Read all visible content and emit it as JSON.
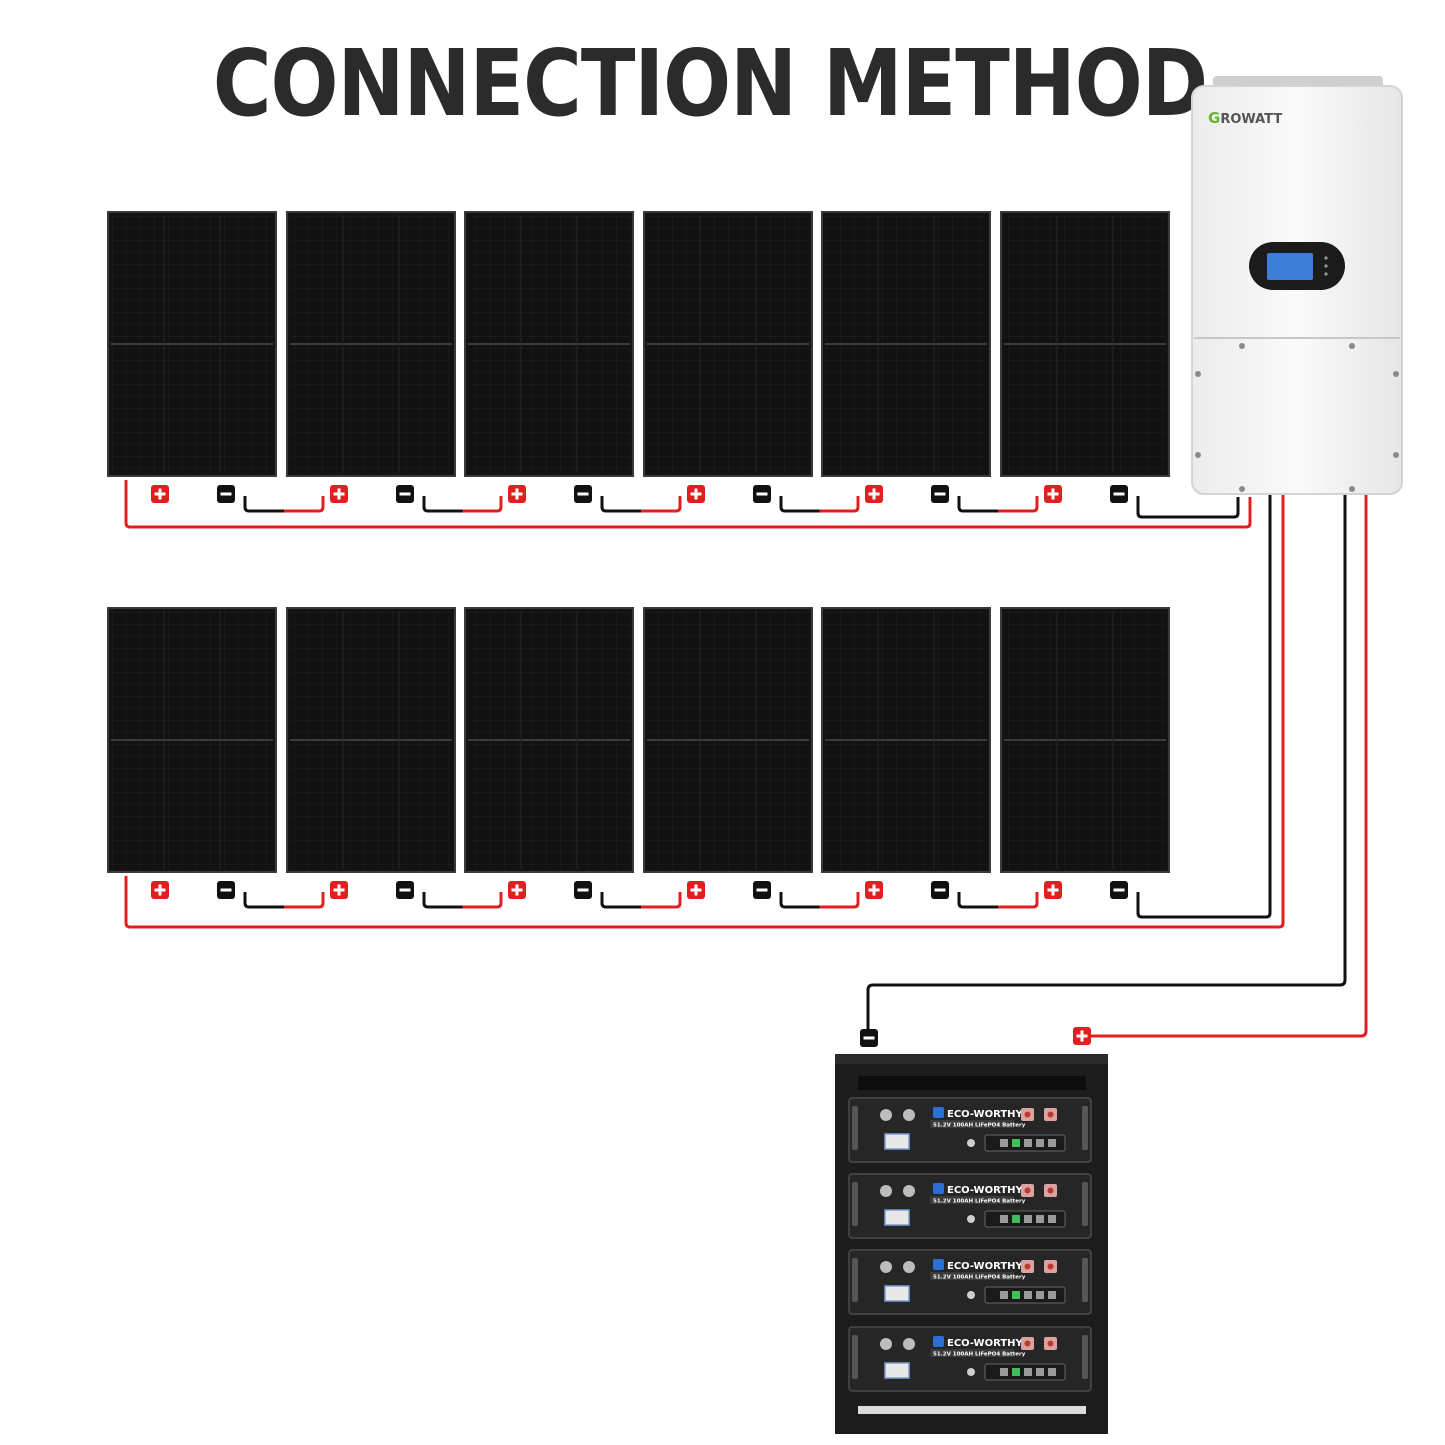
{
  "title": "CONNECTION METHOD",
  "inverter": {
    "brand": "GROWATT",
    "brand_color": "#6ab23a",
    "display_color": "#3d7fd8"
  },
  "battery_rack": {
    "modules": [
      {
        "brand": "ECO-WORTHY",
        "model": "51.2V 100AH LiFePO4 Battery"
      },
      {
        "brand": "ECO-WORTHY",
        "model": "51.2V 100AH LiFePO4 Battery"
      },
      {
        "brand": "ECO-WORTHY",
        "model": "51.2V 100AH LiFePO4 Battery"
      },
      {
        "brand": "ECO-WORTHY",
        "model": "51.2V 100AH LiFePO4 Battery"
      }
    ],
    "brand_color": "#2a6fd6"
  },
  "solar_arrays": {
    "rows": 2,
    "panels_per_row": 6,
    "panel_color": "#141414"
  },
  "terminals": {
    "positive_symbol": "+",
    "negative_symbol": "−",
    "positive_color": "#e02020",
    "negative_color": "#111111"
  },
  "wire_colors": {
    "positive": "#e02020",
    "negative": "#111111"
  }
}
